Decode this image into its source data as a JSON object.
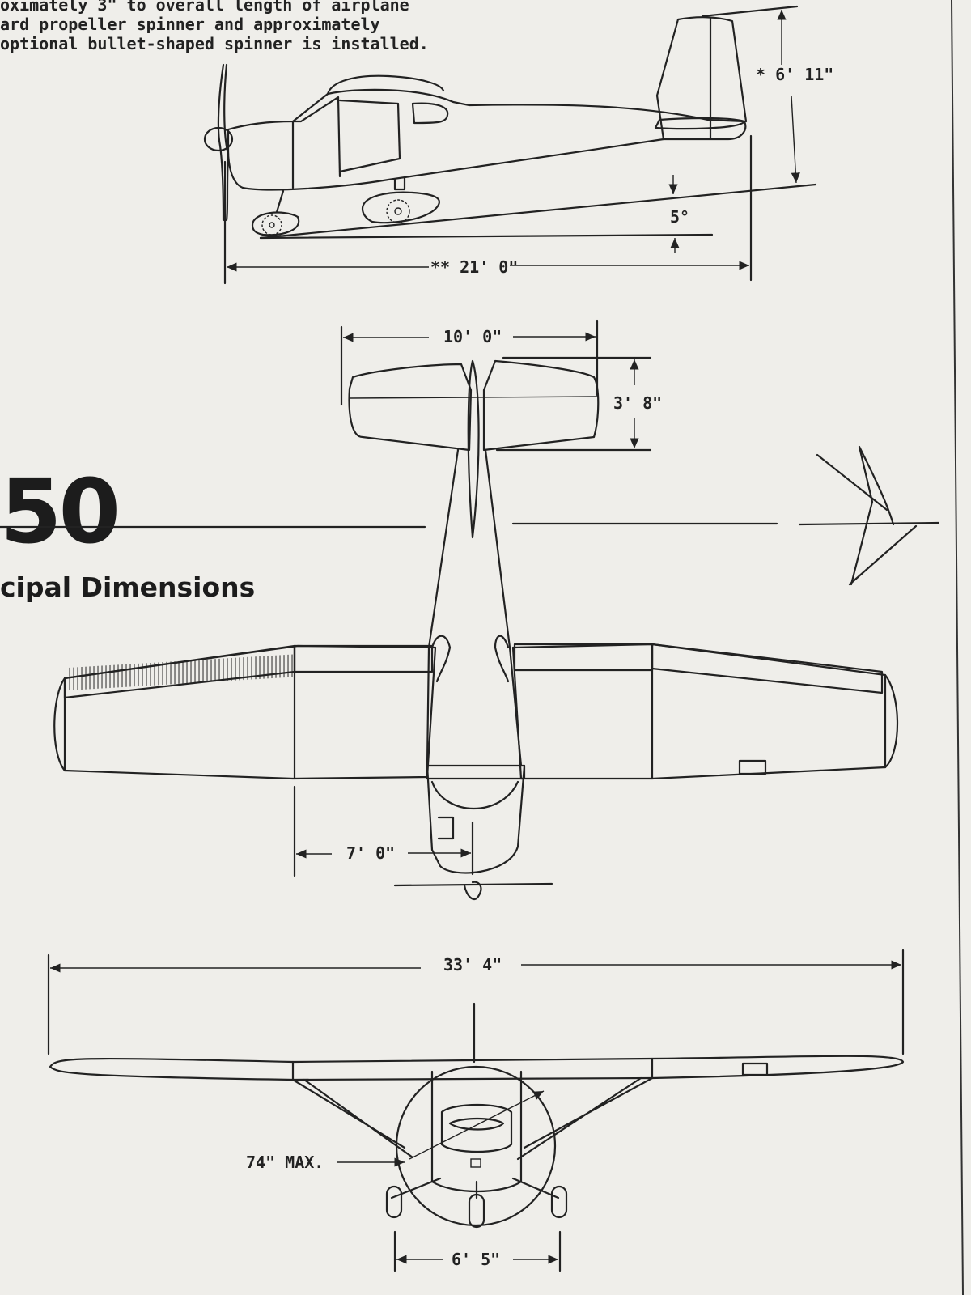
{
  "intro_text": [
    "oximately 3\" to overall length of airplane",
    "ard propeller spinner and approximately",
    "optional bullet-shaped spinner is installed."
  ],
  "model_number": "50",
  "section_title": "cipal Dimensions",
  "dimensions": {
    "tail_height": "* 6' 11\"",
    "ground_angle": "5°",
    "overall_length": "** 21' 0\"",
    "stabilizer_span": "10' 0\"",
    "stabilizer_chord": "3' 8\"",
    "wing_panel": "7' 0\"",
    "wingspan": "33' 4\"",
    "prop_clearance": "74\" MAX.",
    "wheel_track": "6' 5\""
  }
}
